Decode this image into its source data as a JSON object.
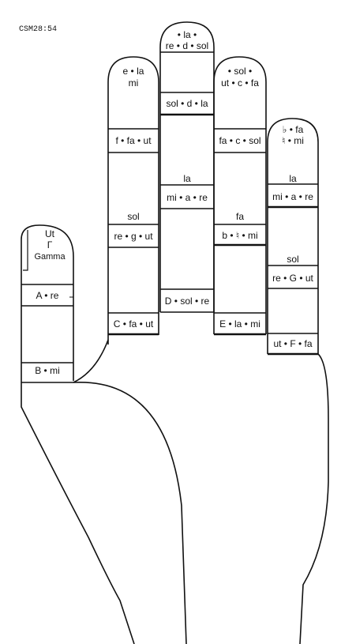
{
  "figure_ref": "CSM28:54",
  "thumb": {
    "tip": [
      "Ut",
      "Γ",
      "Gamma"
    ],
    "bands": [
      "A • re",
      "B • mi"
    ]
  },
  "index": {
    "tip": [
      "e • la",
      "mi"
    ],
    "band1": "f • fa • ut",
    "mid_label": "sol",
    "band2": "re • g • ut",
    "band3": "C • fa • ut"
  },
  "middle": {
    "tip": [
      "• la •",
      "re • d • sol"
    ],
    "band1": "sol • d • la",
    "mid_label": "la",
    "band2": "mi • a • re",
    "band3": "D • sol • re"
  },
  "ring": {
    "tip": [
      "• sol •",
      "ut • c • fa"
    ],
    "band1": "fa • c • sol",
    "mid_label": "fa",
    "band2": "b • ♮ • mi",
    "band3": "E • la • mi"
  },
  "little": {
    "tip": [
      "♭ • fa",
      "♮ • mi"
    ],
    "mid_label1": "la",
    "band1": "mi • a • re",
    "mid_label2": "sol",
    "band2": "re • G • ut",
    "band3": "ut • F • fa"
  }
}
